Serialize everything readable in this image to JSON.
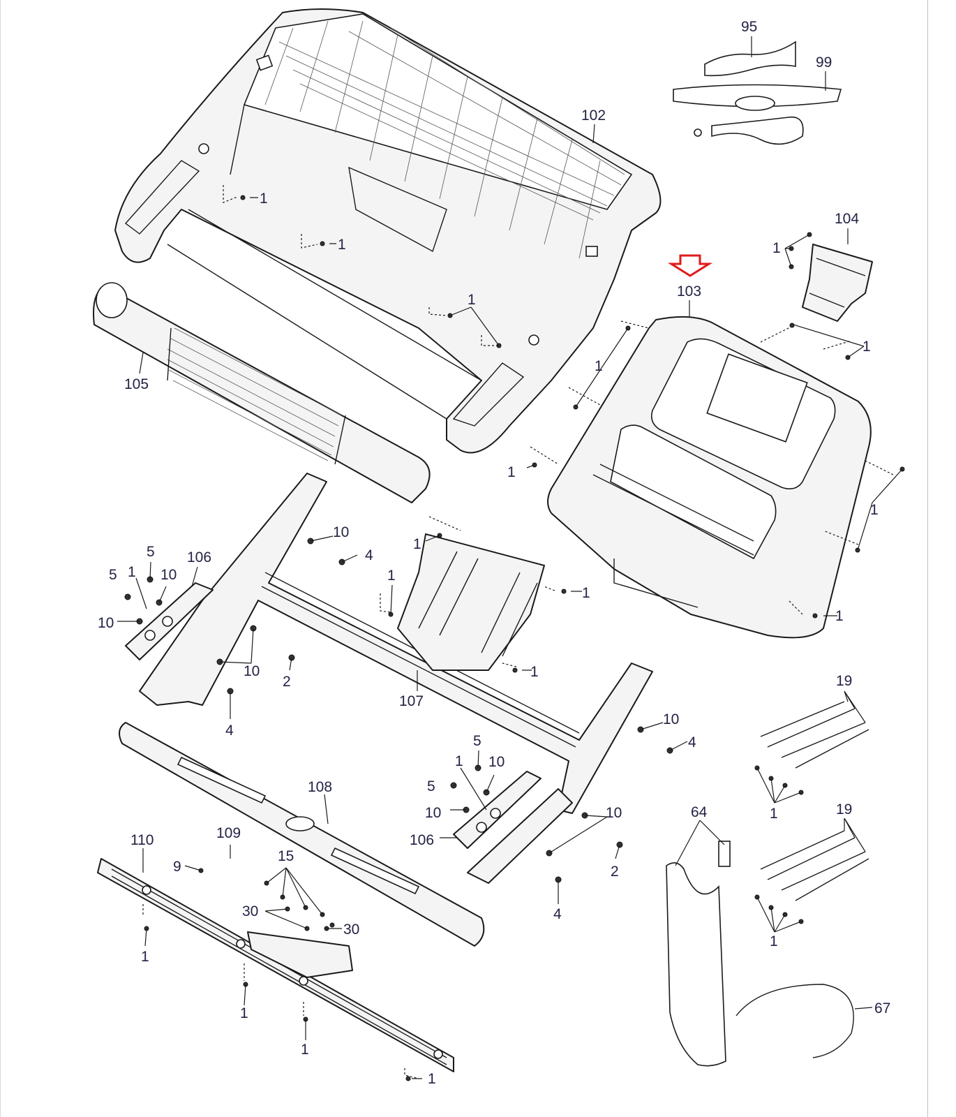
{
  "diagram": {
    "title": "Console exploded parts view",
    "highlight": {
      "part": "103",
      "color": "#e01a1a",
      "indicator": "down-arrow-outline"
    },
    "label_color": "#222244",
    "labels": [
      {
        "id": "95",
        "text": "95"
      },
      {
        "id": "99",
        "text": "99"
      },
      {
        "id": "102",
        "text": "102"
      },
      {
        "id": "104",
        "text": "104"
      },
      {
        "id": "103",
        "text": "103"
      },
      {
        "id": "105",
        "text": "105"
      },
      {
        "id": "106a",
        "text": "106"
      },
      {
        "id": "106b",
        "text": "106"
      },
      {
        "id": "107",
        "text": "107"
      },
      {
        "id": "108",
        "text": "108"
      },
      {
        "id": "109",
        "text": "109"
      },
      {
        "id": "110",
        "text": "110"
      },
      {
        "id": "15",
        "text": "15"
      },
      {
        "id": "30a",
        "text": "30"
      },
      {
        "id": "30b",
        "text": "30"
      },
      {
        "id": "9",
        "text": "9"
      },
      {
        "id": "19a",
        "text": "19"
      },
      {
        "id": "19b",
        "text": "19"
      },
      {
        "id": "64",
        "text": "64"
      },
      {
        "id": "67",
        "text": "67"
      },
      {
        "id": "5a",
        "text": "5"
      },
      {
        "id": "5b",
        "text": "5"
      },
      {
        "id": "5c",
        "text": "5"
      },
      {
        "id": "5d",
        "text": "5"
      },
      {
        "id": "10a",
        "text": "10"
      },
      {
        "id": "10b",
        "text": "10"
      },
      {
        "id": "10c",
        "text": "10"
      },
      {
        "id": "10d",
        "text": "10"
      },
      {
        "id": "10e",
        "text": "10"
      },
      {
        "id": "10f",
        "text": "10"
      },
      {
        "id": "10g",
        "text": "10"
      },
      {
        "id": "10h",
        "text": "10"
      },
      {
        "id": "4a",
        "text": "4"
      },
      {
        "id": "4b",
        "text": "4"
      },
      {
        "id": "4c",
        "text": "4"
      },
      {
        "id": "4d",
        "text": "4"
      },
      {
        "id": "2a",
        "text": "2"
      },
      {
        "id": "2b",
        "text": "2"
      },
      {
        "id": "1a",
        "text": "1"
      },
      {
        "id": "1b",
        "text": "1"
      },
      {
        "id": "1c",
        "text": "1"
      },
      {
        "id": "1d",
        "text": "1"
      },
      {
        "id": "1e",
        "text": "1"
      },
      {
        "id": "1f",
        "text": "1"
      },
      {
        "id": "1g",
        "text": "1"
      },
      {
        "id": "1h",
        "text": "1"
      },
      {
        "id": "1i",
        "text": "1"
      },
      {
        "id": "1j",
        "text": "1"
      },
      {
        "id": "1k",
        "text": "1"
      },
      {
        "id": "1l",
        "text": "1"
      },
      {
        "id": "1m",
        "text": "1"
      },
      {
        "id": "1n",
        "text": "1"
      },
      {
        "id": "1o",
        "text": "1"
      },
      {
        "id": "1p",
        "text": "1"
      },
      {
        "id": "1q",
        "text": "1"
      },
      {
        "id": "1r",
        "text": "1"
      },
      {
        "id": "1s",
        "text": "1"
      },
      {
        "id": "1t",
        "text": "1"
      },
      {
        "id": "1u",
        "text": "1"
      },
      {
        "id": "1v",
        "text": "1"
      }
    ]
  }
}
